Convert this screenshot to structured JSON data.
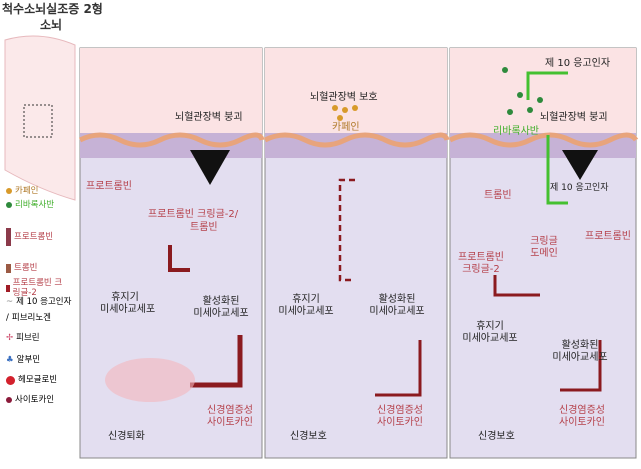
{
  "title": {
    "line1": "척수소뇌실조증 2형",
    "line2": "소뇌"
  },
  "legend": [
    {
      "label": "카페인",
      "icon": "caffeine-dot",
      "color": "#d89a2a"
    },
    {
      "label": "리바록사반",
      "icon": "rivaroxaban-dot",
      "color": "#2e8a3c"
    },
    {
      "label": "프로트롬빈",
      "icon": "prothrombin-icon",
      "color": "#b5404a"
    },
    {
      "label": "트롬빈",
      "icon": "thrombin-icon",
      "color": "#b5404a"
    },
    {
      "label": "프로트롬빈 크링글-2",
      "icon": "kringle-icon",
      "color": "#b5404a"
    },
    {
      "label": "제 10 응고인자",
      "icon": "factor-x-icon",
      "color": "#222222"
    },
    {
      "label": "피브리노겐",
      "icon": "fibrinogen-icon",
      "color": "#222222"
    },
    {
      "label": "피브린",
      "icon": "fibrin-icon",
      "color": "#222222"
    },
    {
      "label": "알부민",
      "icon": "albumin-icon",
      "color": "#222222"
    },
    {
      "label": "헤모글로빈",
      "icon": "hemoglobin-icon",
      "color": "#222222"
    },
    {
      "label": "사이토카인",
      "icon": "cytokine-dot",
      "color": "#222222"
    }
  ],
  "panel1": {
    "bbb": "뇌혈관장벽 붕괴",
    "prothrombin": "프로트롬빈",
    "kringle_thrombin_1": "프로트롬빈 크링글-2/",
    "kringle_thrombin_2": "트롬빈",
    "resting_1": "휴지기",
    "resting_2": "미세아교세포",
    "activated_1": "활성화된",
    "activated_2": "미세아교세포",
    "cytokine_1": "신경염증성",
    "cytokine_2": "사이토카인",
    "outcome": "신경퇴화"
  },
  "panel2": {
    "bbb": "뇌혈관장벽 보호",
    "caffeine": "카페인",
    "resting_1": "휴지기",
    "resting_2": "미세아교세포",
    "activated_1": "활성화된",
    "activated_2": "미세아교세포",
    "cytokine_1": "신경염증성",
    "cytokine_2": "사이토카인",
    "outcome": "신경보호"
  },
  "panel3": {
    "factor_x_top": "제 10 응고인자",
    "bbb": "뇌혈관장벽 붕괴",
    "rivaroxaban": "리바록사반",
    "factor_x_mid": "제 10 응고인자",
    "thrombin": "트롬빈",
    "kringle_domain_1": "크링글",
    "kringle_domain_2": "도메인",
    "prothrombin": "프로트롬빈",
    "kringle2_1": "프로트롬빈",
    "kringle2_2": "크링글-2",
    "resting_1": "휴지기",
    "resting_2": "미세아교세포",
    "activated_1": "활성화된",
    "activated_2": "미세아교세포",
    "cytokine_1": "신경염증성",
    "cytokine_2": "사이토카인",
    "outcome": "신경보호"
  }
}
